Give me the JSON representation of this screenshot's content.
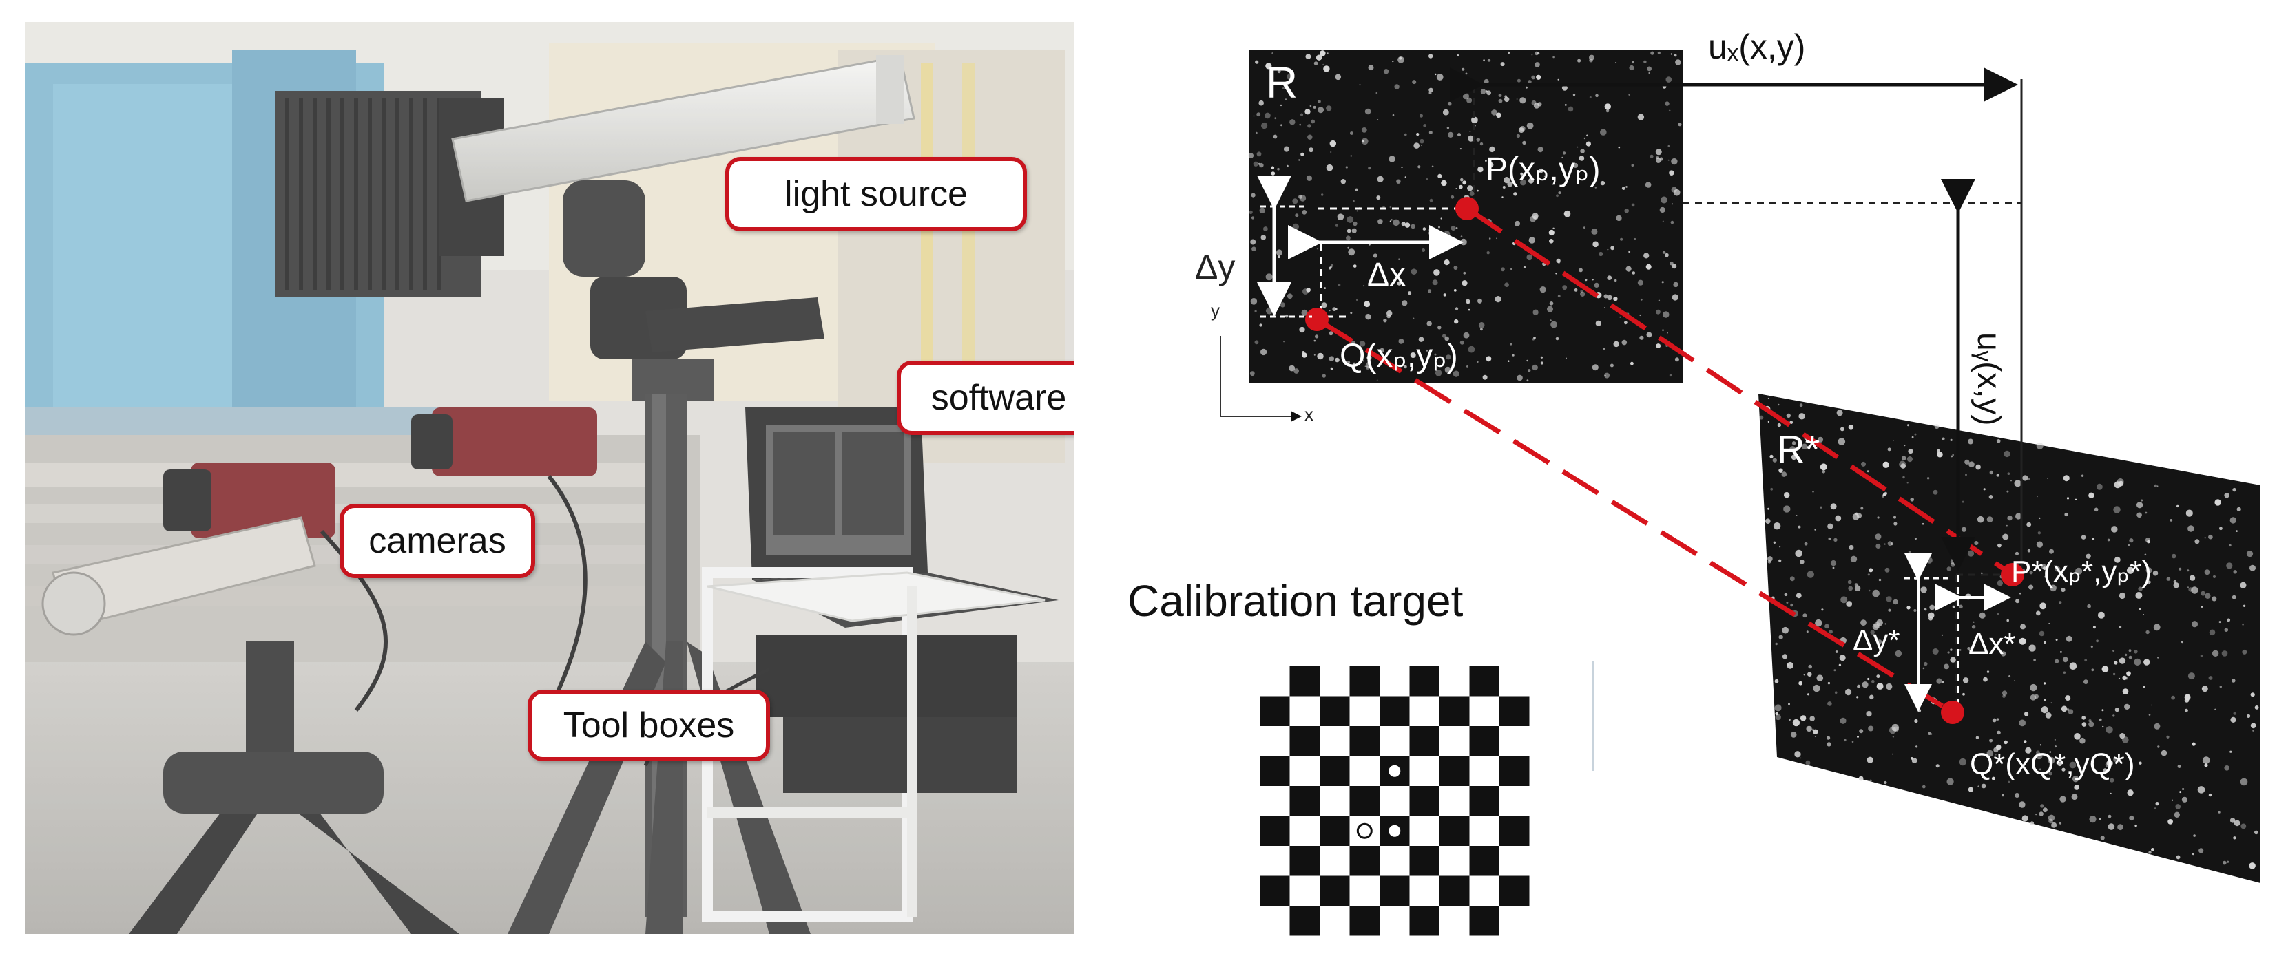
{
  "photo": {
    "callouts": {
      "light_source": "light source",
      "software": "software",
      "cameras": "cameras",
      "tool_boxes": "Tool boxes"
    }
  },
  "diagram": {
    "ref_image_label": "R",
    "def_image_label": "R*",
    "point_p": "P(xₚ,yₚ)",
    "point_q": "Q(xₚ,yₚ)",
    "point_p_star": "P*(xₚ*,yₚ*)",
    "point_q_star": "Q*(xQ*,yQ*)",
    "delta_x": "Δx",
    "delta_y": "Δy",
    "delta_x_star": "Δx*",
    "delta_y_star": "Δy*",
    "ux": "uₓ(x,y)",
    "uy": "uᵧ(x,y)",
    "axis_x": "x",
    "axis_y": "y",
    "calibration_title": "Calibration target"
  },
  "colors": {
    "accent_red": "#d7141c",
    "speckle_bg": "#141414",
    "callout_border": "#c8141e"
  }
}
